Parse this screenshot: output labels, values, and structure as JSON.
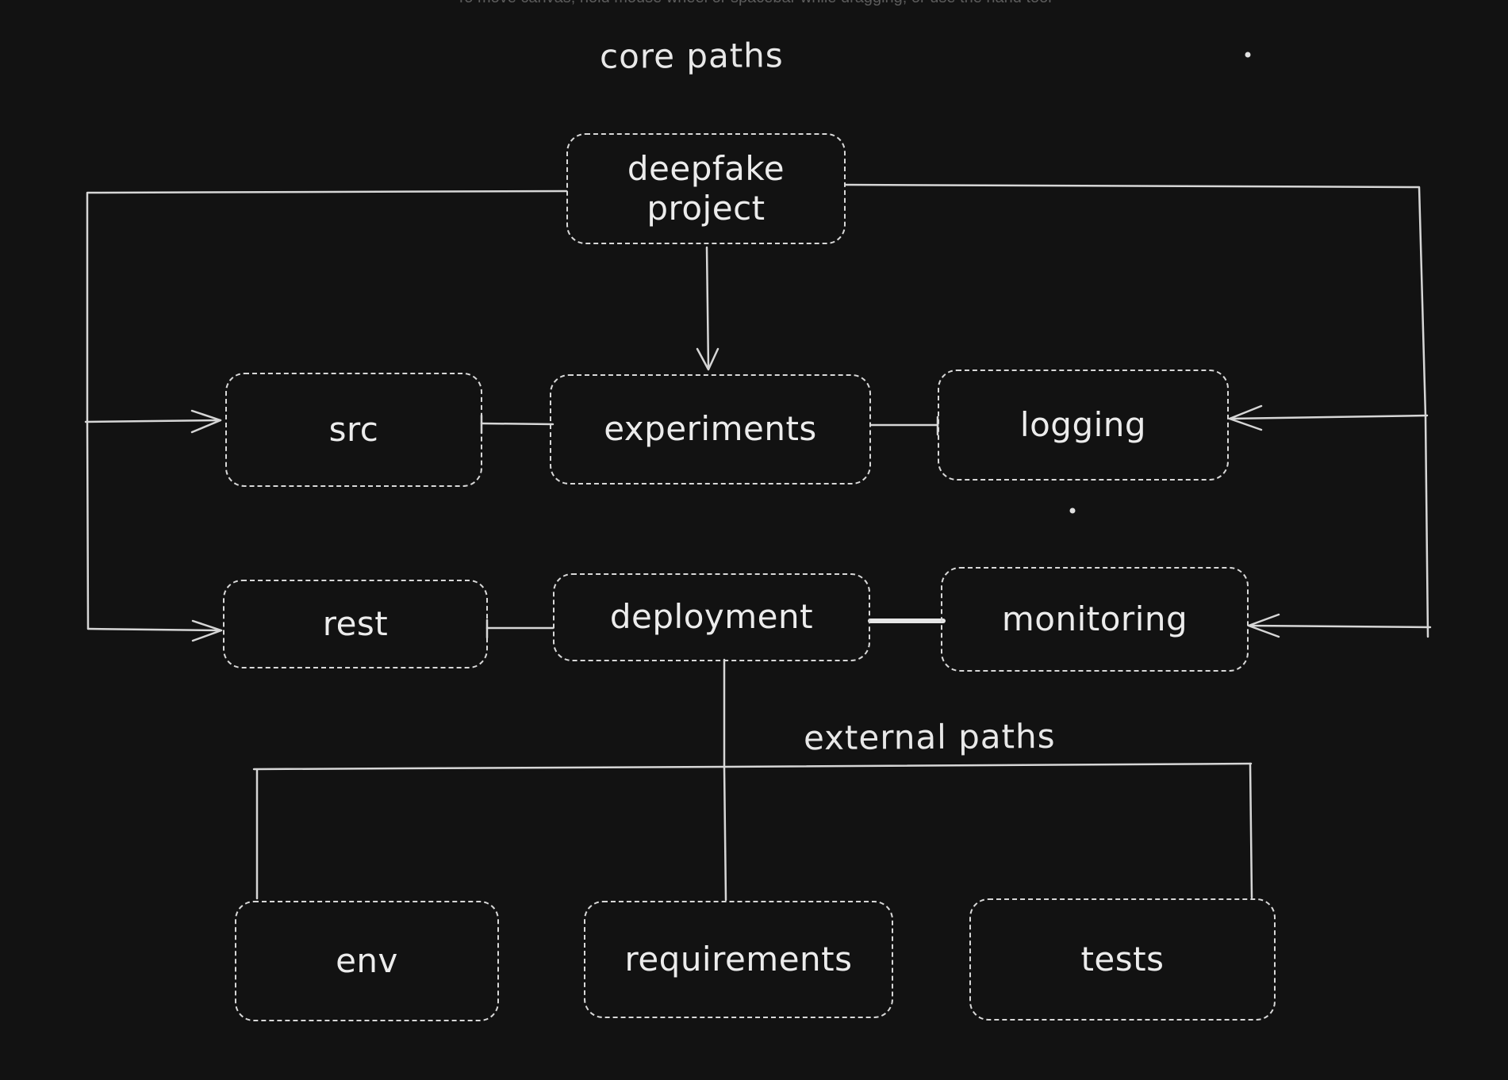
{
  "canvas_hint": "To move canvas, hold mouse wheel or spacebar while dragging, or use the hand tool",
  "labels": {
    "core": "core paths",
    "external": "external paths"
  },
  "nodes": {
    "root": "deepfake project",
    "src": "src",
    "experiments": "experiments",
    "logging": "logging",
    "rest": "rest",
    "deployment": "deployment",
    "monitoring": "monitoring",
    "env": "env",
    "requirements": "requirements",
    "tests": "tests"
  },
  "colors": {
    "background": "#121212",
    "stroke": "#d6d6d6",
    "text": "#ececec"
  }
}
